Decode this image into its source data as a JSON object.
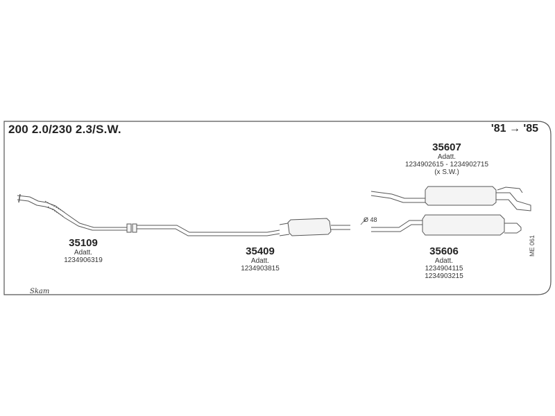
{
  "header": {
    "model": "200 2.0/230 2.3/S.W.",
    "years": "'81 → '85"
  },
  "parts": [
    {
      "number": "35607",
      "label": "Adatt.",
      "codes": [
        "1234902615 - 1234902715",
        "(x S.W.)"
      ]
    },
    {
      "number": "35109",
      "label": "Adatt.",
      "codes": [
        "1234906319"
      ]
    },
    {
      "number": "35409",
      "label": "Adatt.",
      "codes": [
        "1234903815"
      ]
    },
    {
      "number": "35606",
      "label": "Adatt.",
      "codes": [
        "1234904115",
        "1234903215"
      ]
    }
  ],
  "diameter_label": "Ø 48",
  "sheet_code": "ME 061",
  "logo_text": "Skam",
  "colors": {
    "line": "#555555",
    "part_fill": "#f4f4f4"
  }
}
